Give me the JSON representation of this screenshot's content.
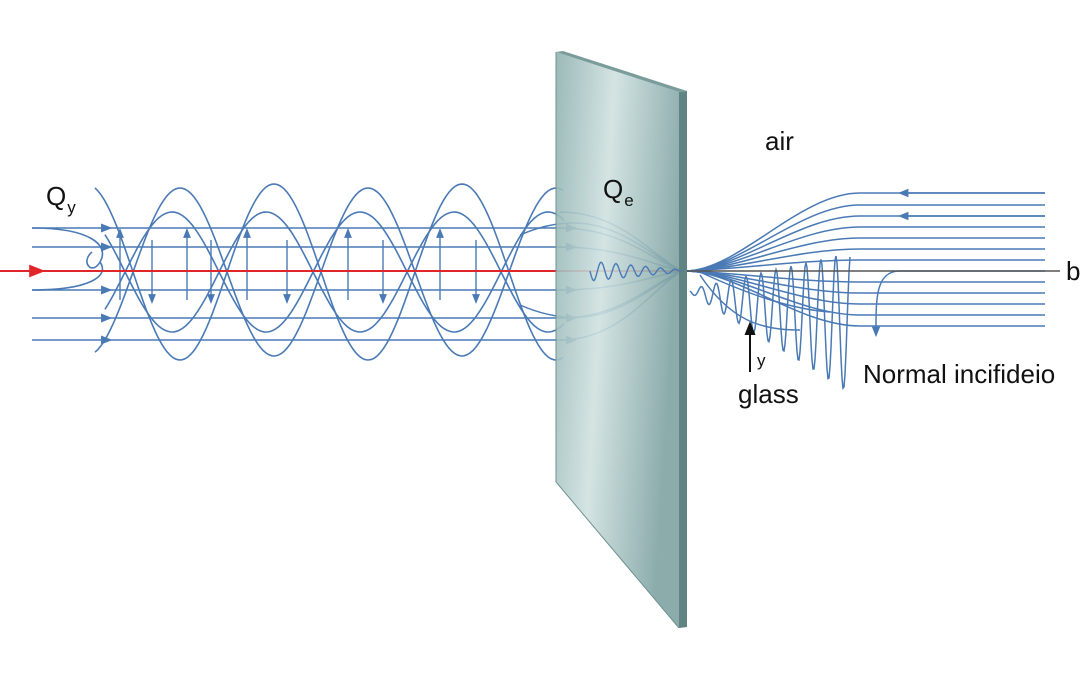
{
  "labels": {
    "q_left": "Q",
    "q_left_sub": "y",
    "q_right": "Q",
    "q_right_sub": "e",
    "air": "air",
    "y": "y",
    "glass": "glass",
    "normal": "Normal incifideio",
    "b": "b"
  },
  "colors": {
    "field_lines": "#4a7ab5",
    "red_ray": "#e0262b",
    "glass_face": "#9fbfbd",
    "glass_edge": "#5f8483",
    "axis": "#555555"
  }
}
